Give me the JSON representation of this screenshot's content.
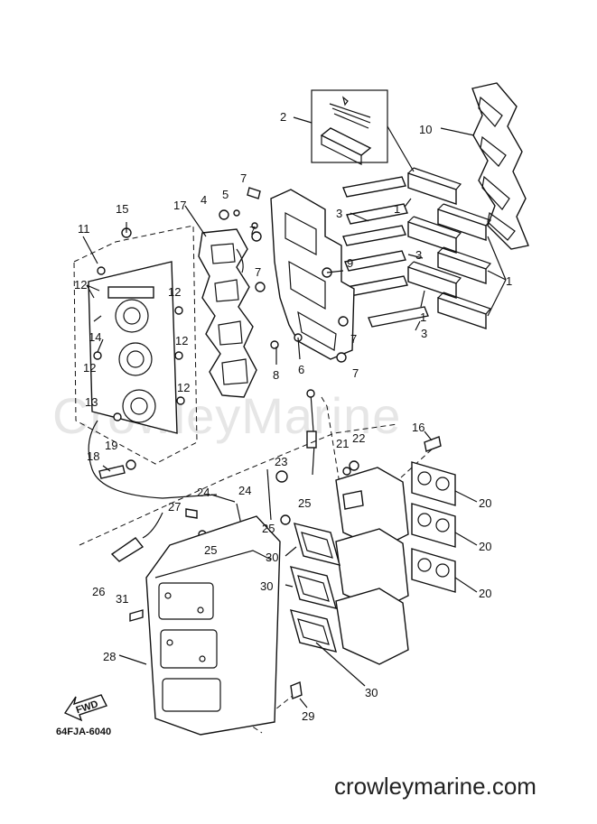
{
  "diagram": {
    "code": "64FJA-6040",
    "watermark": "CrowleyMarine",
    "website": "crowleymarine.com",
    "fwd_label": "FWD",
    "callouts": [
      "1",
      "2",
      "3",
      "4",
      "5",
      "6",
      "7",
      "8",
      "9",
      "10",
      "11",
      "12",
      "13",
      "14",
      "15",
      "16",
      "17",
      "18",
      "19",
      "20",
      "21",
      "22",
      "23",
      "24",
      "25",
      "26",
      "27",
      "28",
      "29",
      "30",
      "31"
    ]
  }
}
